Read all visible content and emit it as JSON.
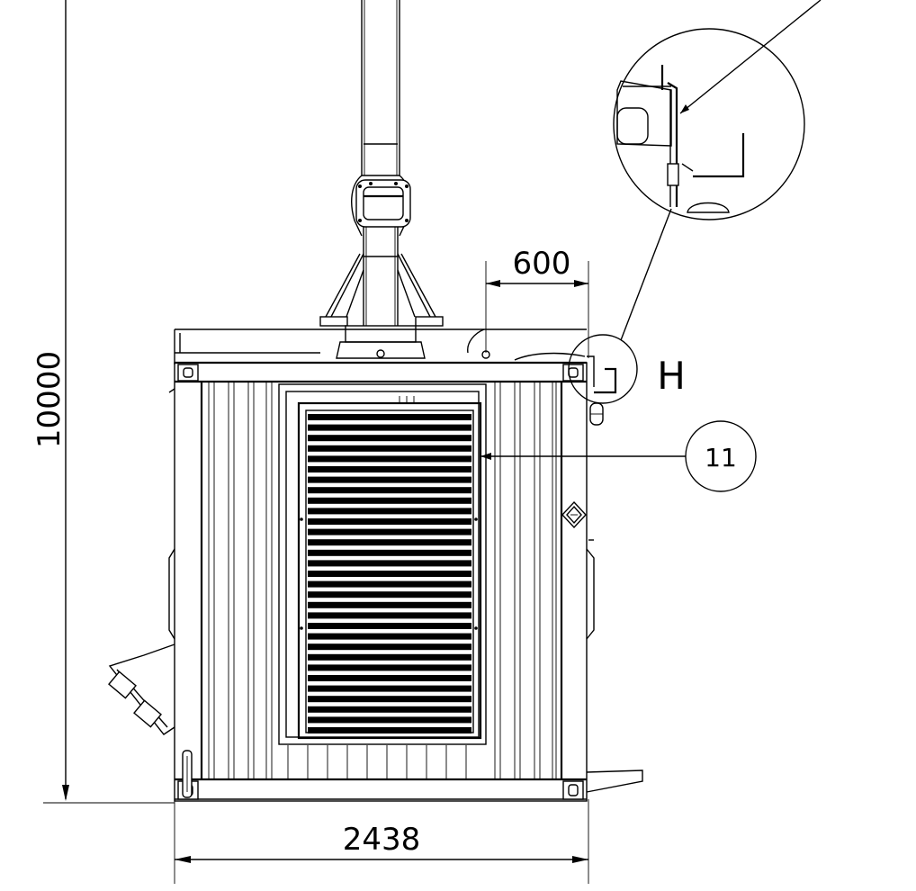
{
  "dimensions": {
    "height": "10000",
    "width": "2438",
    "offset": "600"
  },
  "detail_label": "H",
  "callouts": [
    "11"
  ]
}
